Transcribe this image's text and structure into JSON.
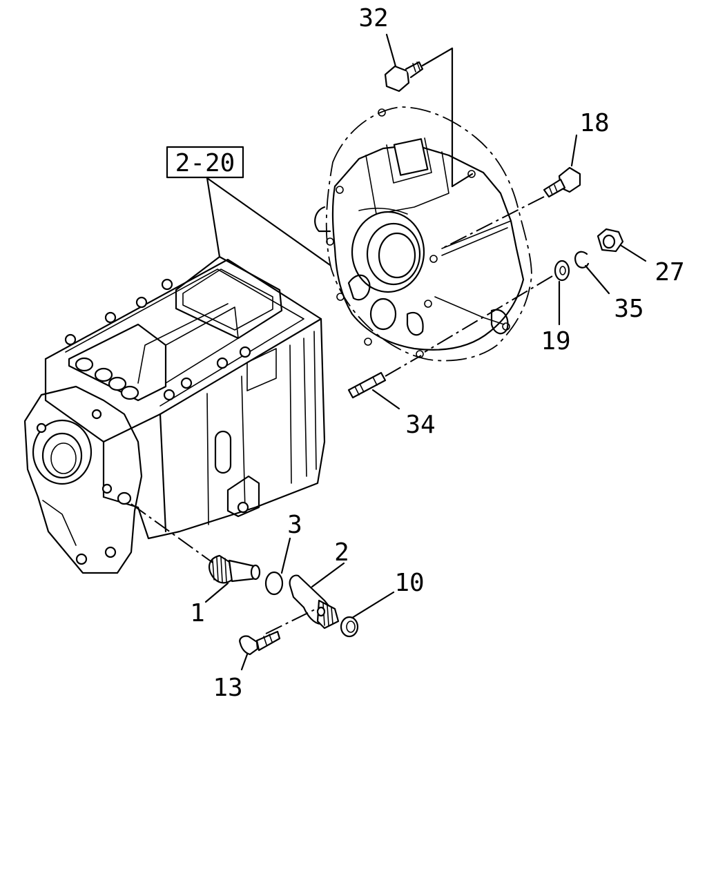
{
  "diagram": {
    "reference_box": "2-20",
    "callouts": [
      {
        "id": "c32",
        "text": "32"
      },
      {
        "id": "c18",
        "text": "18"
      },
      {
        "id": "c27",
        "text": "27"
      },
      {
        "id": "c35",
        "text": "35"
      },
      {
        "id": "c19",
        "text": "19"
      },
      {
        "id": "c34",
        "text": "34"
      },
      {
        "id": "c3",
        "text": "3"
      },
      {
        "id": "c2",
        "text": "2"
      },
      {
        "id": "c10",
        "text": "10"
      },
      {
        "id": "c1",
        "text": "1"
      },
      {
        "id": "c13",
        "text": "13"
      }
    ]
  }
}
